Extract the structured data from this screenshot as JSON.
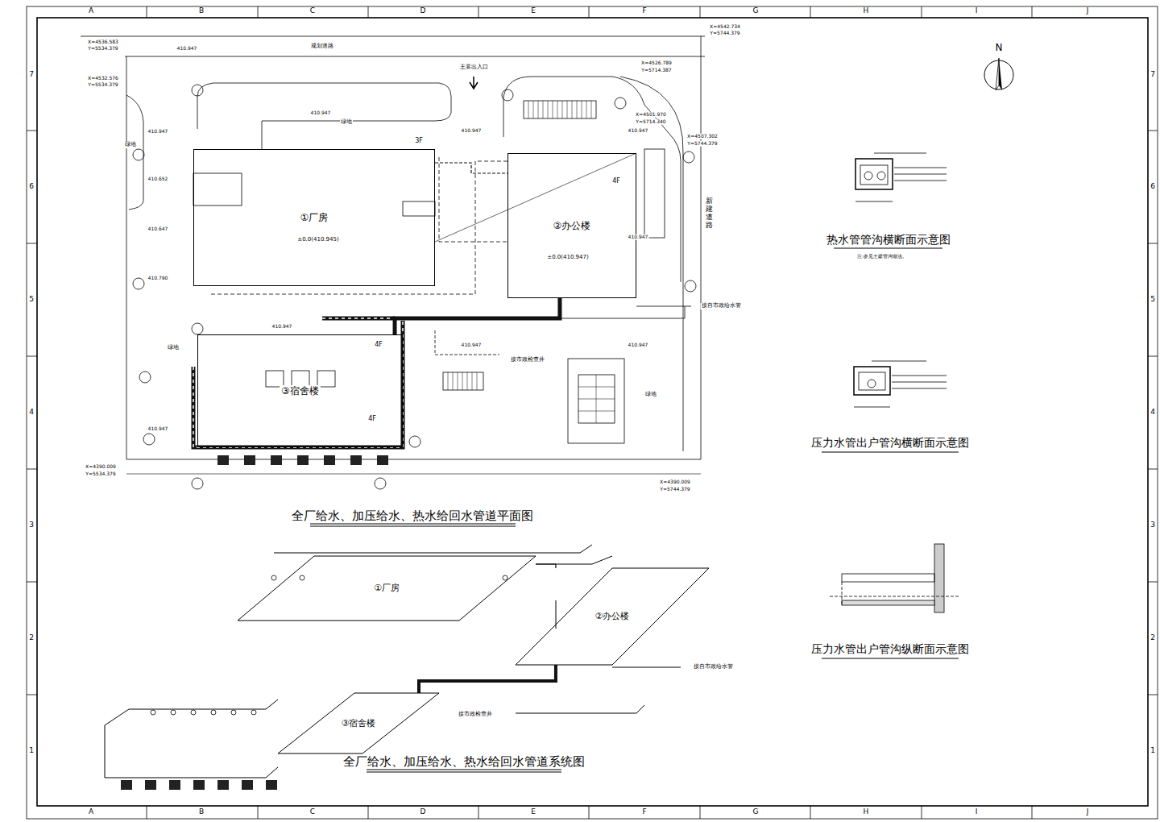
{
  "diagram": {
    "nodes": [
      {
        "text": [
          "①厂房"
        ]
      },
      {
        "text": [
          "②办公楼"
        ]
      },
      {
        "text": [
          "③宿舍楼"
        ]
      },
      {
        "text": [
          "①厂房"
        ]
      },
      {
        "text": [
          "②办公楼"
        ]
      },
      {
        "text": [
          "③宿舍楼"
        ]
      }
    ],
    "edges": [
      {
        "from": 0,
        "to": 1,
        "arrow": "none"
      },
      {
        "from": 2,
        "to": 1,
        "arrow": "none"
      },
      {
        "from": 3,
        "to": 4,
        "arrow": "none"
      },
      {
        "from": 5,
        "to": 4,
        "arrow": "none"
      }
    ],
    "labels": [
      "A",
      "B",
      "C",
      "D",
      "E",
      "F",
      "G",
      "H",
      "I",
      "J",
      "A",
      "B",
      "C",
      "D",
      "E",
      "F",
      "G",
      "H",
      "I",
      "J",
      "7",
      "6",
      "5",
      "4",
      "3",
      "2",
      "1",
      "7",
      "6",
      "5",
      "4",
      "3",
      "2",
      "1",
      "X=4536.583",
      "Y=5534.379",
      "X=4532.576",
      "Y=5534.379",
      "X=4542.734",
      "Y=5744.379",
      "X=4526.789",
      "Y=5714.387",
      "X=4501.970",
      "Y=5714.340",
      "X=4507.302",
      "Y=5744.379",
      "X=4390.009",
      "Y=5534.379",
      "X=4390.009",
      "Y=5744.379",
      "410.947",
      "410.947",
      "410.947",
      "410.652",
      "410.647",
      "410.790",
      "410.947",
      "410.947",
      "410.947",
      "410.947",
      "410.947",
      "410.947",
      "410.947",
      "±0.0(410.945)",
      "±0.0(410.947)",
      "3F",
      "4F",
      "4F",
      "4F",
      "主要出入口",
      "绿地",
      "绿地",
      "绿地",
      "绿地",
      "规划道路",
      "新建道路",
      "接自市政给水管",
      "接市政检查井",
      "全厂给水、加压给水、热水给回水管道平面图",
      "全厂给水、加压给水、热水给回水管道系统图",
      "热水管管沟横断面示意图",
      "注:参见土建管沟做法。",
      "压力水管出户管沟横断面示意图",
      "压力水管出户管沟纵断面示意图",
      "N",
      "接自市政给水管",
      "接市政检查井"
    ]
  }
}
